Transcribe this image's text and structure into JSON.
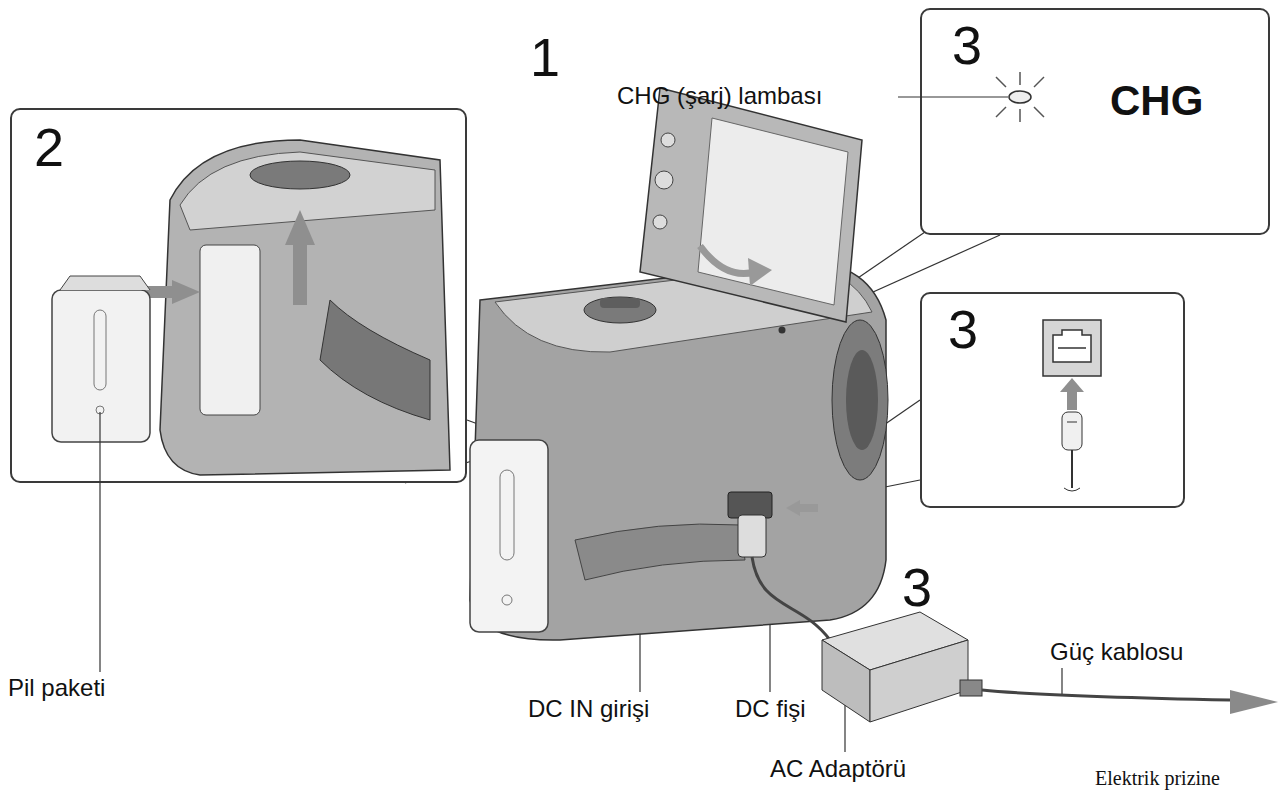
{
  "diagram": {
    "nodes": [
      {
        "text": [
          "2"
        ]
      },
      {
        "text": [
          "3",
          "CHG"
        ]
      },
      {
        "text": [
          "3"
        ]
      }
    ],
    "labels": [
      "1",
      "CHG (şarj) lambası",
      "Pil paketi",
      "DC IN girişi",
      "DC fişi",
      "3",
      "AC Adaptörü",
      "Güç kablosu",
      "Elektrik prizine"
    ]
  }
}
